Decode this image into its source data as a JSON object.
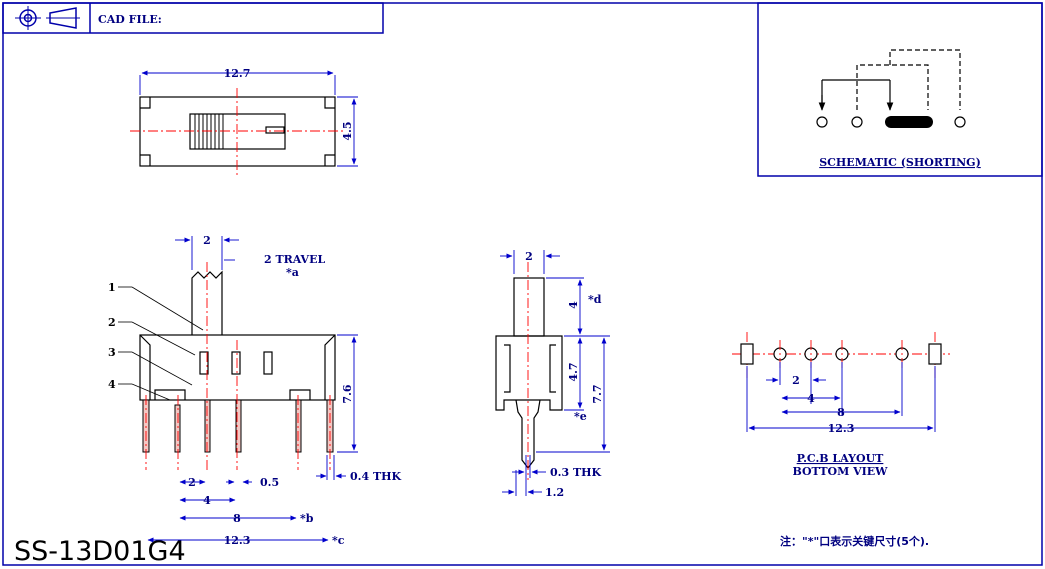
{
  "header": {
    "cad_label": "CAD FILE:",
    "projection_icon": "third-angle-projection-icon"
  },
  "top_view": {
    "width_dim": "12.7",
    "height_dim": "4.5"
  },
  "schematic": {
    "title": "SCHEMATIC (SHORTING)"
  },
  "front_view": {
    "dim_top": "2",
    "travel": "2 TRAVEL",
    "travel_mark": "*a",
    "callouts": [
      "1",
      "2",
      "3",
      "4"
    ],
    "height_dim": "7.6",
    "pitch_2": "2",
    "pitch_4": "4",
    "pin_width": "0.5",
    "thickness": "0.4 THK",
    "span_8": "8",
    "span_8_mark": "*b",
    "span_12_3": "12.3",
    "span_12_3_mark": "*c"
  },
  "side_view": {
    "width": "2",
    "knob_height": "4",
    "knob_mark": "*d",
    "body_height": "4.7",
    "body_mark": "*e",
    "total_height": "7.7",
    "thickness": "0.3 THK",
    "pin_offset": "1.2"
  },
  "pcb_layout": {
    "pitch_2": "2",
    "pitch_4": "4",
    "span_8": "8",
    "span_12_3": "12.3",
    "title_line1": "P.C.B LAYOUT",
    "title_line2": "BOTTOM VIEW"
  },
  "part_number": "SS-13D01G4",
  "note": "注：\"*\"口表示关键尺寸(5个)."
}
